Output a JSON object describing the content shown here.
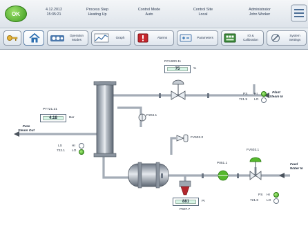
{
  "header": {
    "status_badge": "OK",
    "date": "4.12.2012",
    "time": "15:35:21",
    "process_step_label": "Process Step",
    "process_step_value": "Heating Up",
    "control_mode_label": "Control Mode",
    "control_mode_value": "Auto",
    "control_site_label": "Control Site",
    "control_site_value": "Local",
    "user_role": "Administrator",
    "user_name": "John Worker"
  },
  "toolbar": {
    "operation_modes_label_1": "Operation",
    "operation_modes_label_2": "Modes",
    "graph_label": "Graph",
    "alarms_label": "Alarms",
    "parameters_label": "Parameters",
    "io_calibration_label_1": "IO &",
    "io_calibration_label_2": "Calibration",
    "system_settings_label_1": "System",
    "system_settings_label_2": "Settings"
  },
  "diagram": {
    "pcv_tag": "PCV600.11",
    "pcv_value": "75",
    "pcv_unit": "%",
    "pt_tag": "PT721.21",
    "pt_value": "4.18",
    "pt_unit": "Bar",
    "pure_steam_out_1": "Pure",
    "pure_steam_out_2": "Steam Out",
    "plant_steam_in_1": "Plant",
    "plant_steam_in_2": "Steam In",
    "feed_water_in_1": "Feed",
    "feed_water_in_2": "Water In",
    "ls_tag": "LS",
    "ls_tag_number": "722.1",
    "ls_hi": "HI",
    "ls_lo": "LO",
    "ps_top_tag": "PS",
    "ps_top_number": "721.9",
    "ps_top_hi": "HI",
    "ps_top_lo": "LO",
    "ps_bottom_tag": "PS",
    "ps_bottom_number": "721.8",
    "ps_bottom_hi": "HI",
    "ps_bottom_lo": "LO",
    "p204_tag": "P204.1",
    "fv602_tag": "FV602.0",
    "fv603_tag": "FV603.1",
    "p051_tag": "P051.1",
    "pump_value": "881",
    "pump_unit": "Pt",
    "pump_tag": "P607.7",
    "ls_hi_state": "off",
    "ls_lo_state": "on",
    "ps_top_hi_state": "on",
    "ps_top_lo_state": "off",
    "ps_bottom_hi_state": "on",
    "ps_bottom_lo_state": "off"
  },
  "colors": {
    "ok_green": "#3c9a1e",
    "valve_green": "#4fb52a",
    "pump_red": "#b3262c",
    "pipe_gray": "#9aa3ad"
  }
}
